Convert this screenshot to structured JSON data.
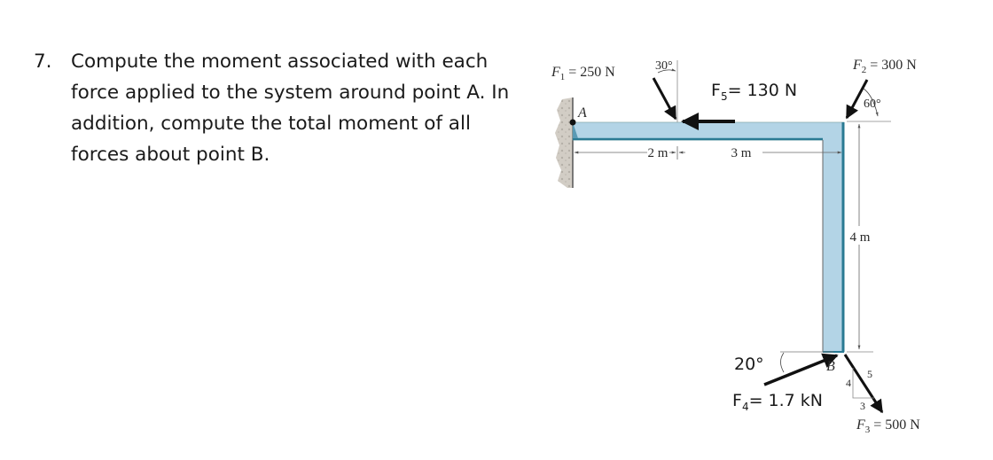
{
  "problem": {
    "number": "7.",
    "lines": [
      "Compute the moment associated with each",
      "force applied to the system around point A. In",
      "addition, compute the total moment of all",
      "forces about point B."
    ]
  },
  "figure": {
    "colors": {
      "beam_fill": "#b3d4e6",
      "beam_edge": "#2a7a93",
      "wall_fill": "#cfcac2",
      "arrow": "#111111",
      "dim_line": "#666666"
    },
    "points": {
      "a": "A",
      "b": "B"
    },
    "forces": {
      "f1": {
        "symbol": "F",
        "sub": "1",
        "value": "= 250 N",
        "angle": "30°"
      },
      "f2": {
        "symbol": "F",
        "sub": "2",
        "value": "= 300 N",
        "angle": "60°"
      },
      "f3": {
        "symbol": "F",
        "sub": "3",
        "value": "= 500 N",
        "slope": {
          "rise": "4",
          "run": "3",
          "hyp": "5"
        }
      },
      "f4": {
        "symbol": "F",
        "sub": "4",
        "value": "= 1.7 kN",
        "angle": "20°"
      },
      "f5": {
        "symbol": "F",
        "sub": "5",
        "value": "= 130 N"
      }
    },
    "dimensions": {
      "d1": "2 m",
      "d2": "3 m",
      "d3": "4 m"
    }
  }
}
